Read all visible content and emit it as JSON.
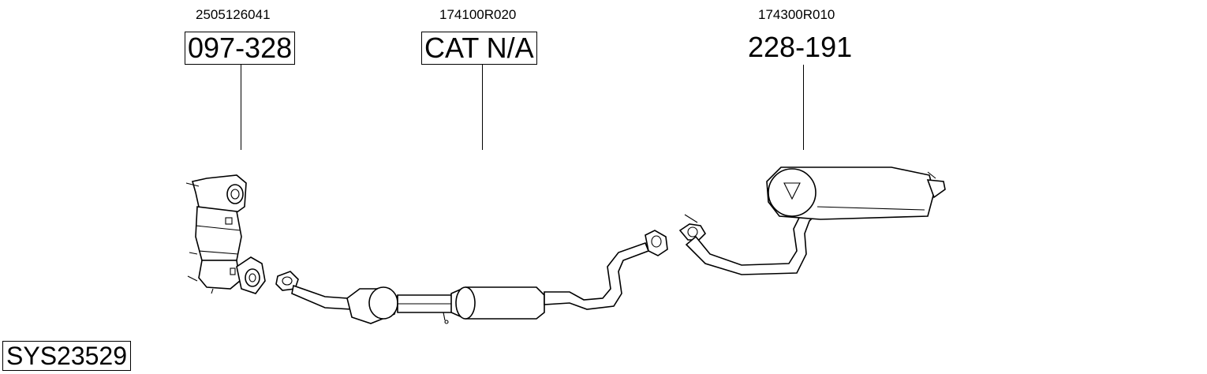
{
  "parts": [
    {
      "oe_number": "2505126041",
      "part_number": "097-328",
      "boxed": true
    },
    {
      "oe_number": "174100R020",
      "part_number": "CAT N/A",
      "boxed": true
    },
    {
      "oe_number": "174300R010",
      "part_number": "228-191",
      "boxed": false
    }
  ],
  "system_id": "SYS23529"
}
